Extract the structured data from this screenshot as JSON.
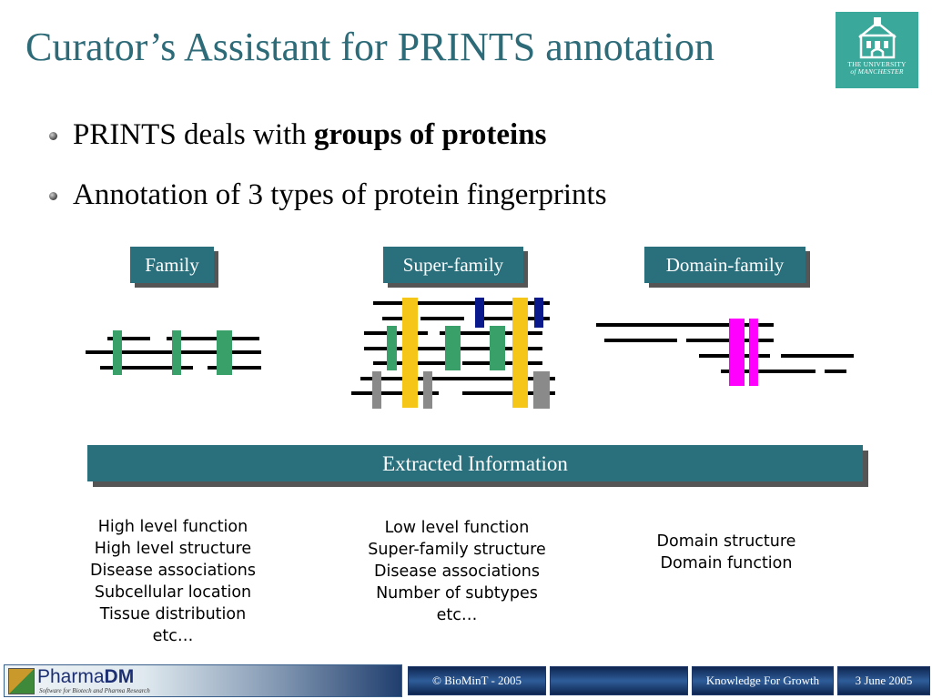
{
  "title": "Curator’s Assistant for PRINTS annotation",
  "logo": {
    "icon": "university-building-icon",
    "line1": "THE UNIVERSITY",
    "line2": "of MANCHESTER",
    "color": "#3aa89a"
  },
  "bullets": [
    {
      "text": "PRINTS deals with ",
      "bold": "groups of proteins"
    },
    {
      "text": "Annotation of 3 types of protein fingerprints"
    }
  ],
  "labels": {
    "family": "Family",
    "superfamily": "Super-family",
    "domainfamily": "Domain-family"
  },
  "band": "Extracted Information",
  "columns": {
    "family": [
      "High level function",
      "High level structure",
      "Disease associations",
      "Subcellular location",
      "Tissue distribution",
      "etc…"
    ],
    "superfamily": [
      "Low level function",
      "Super-family structure",
      "Disease associations",
      "Number of subtypes",
      "etc…"
    ],
    "domain": [
      "Domain structure",
      "Domain function"
    ]
  },
  "footer": {
    "brand": "PharmaDM",
    "brand_a": "Pharma",
    "brand_b": "DM",
    "tagline": "Software for Biotech and Pharma Research",
    "copyright": "© BioMinT - 2005",
    "slogan": "Knowledge For Growth",
    "date": "3 June 2005"
  },
  "colors": {
    "accent": "#2a6f7c",
    "title": "#2e6b78",
    "motif_green": "#3aa06a",
    "motif_yellow": "#f5c518",
    "motif_navy": "#0a1a8c",
    "motif_grey": "#8a8a8a",
    "motif_magenta": "#ff00ff"
  }
}
